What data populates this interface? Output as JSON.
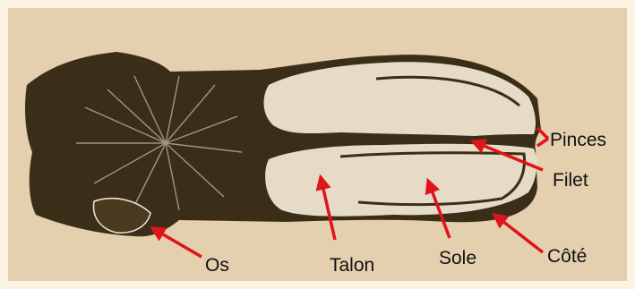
{
  "diagram": {
    "labels": {
      "pinces": "Pinces",
      "filet": "Filet",
      "os": "Os",
      "talon": "Talon",
      "sole": "Sole",
      "cote": "Côté"
    },
    "colors": {
      "background": "#e4cfae",
      "frame": "#fcf2df",
      "hoof_dark": "#3b2e18",
      "hoof_light": "#f4ead6",
      "arrow": "#e0141b"
    }
  }
}
